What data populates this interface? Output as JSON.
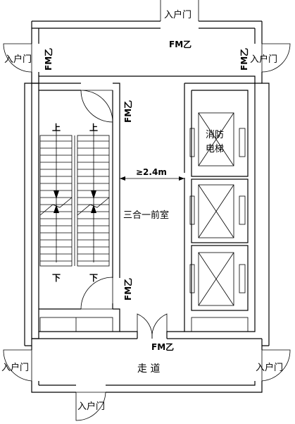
{
  "labels": {
    "entry_door": "入户门",
    "fire_door": "FM乙",
    "fire_elevator_line1": "消防",
    "fire_elevator_line2": "电梯",
    "min_width": "≥2.4m",
    "combined_lobby": "三合一前室",
    "corridor": "走  道",
    "stair_up": "上",
    "stair_down": "下"
  }
}
